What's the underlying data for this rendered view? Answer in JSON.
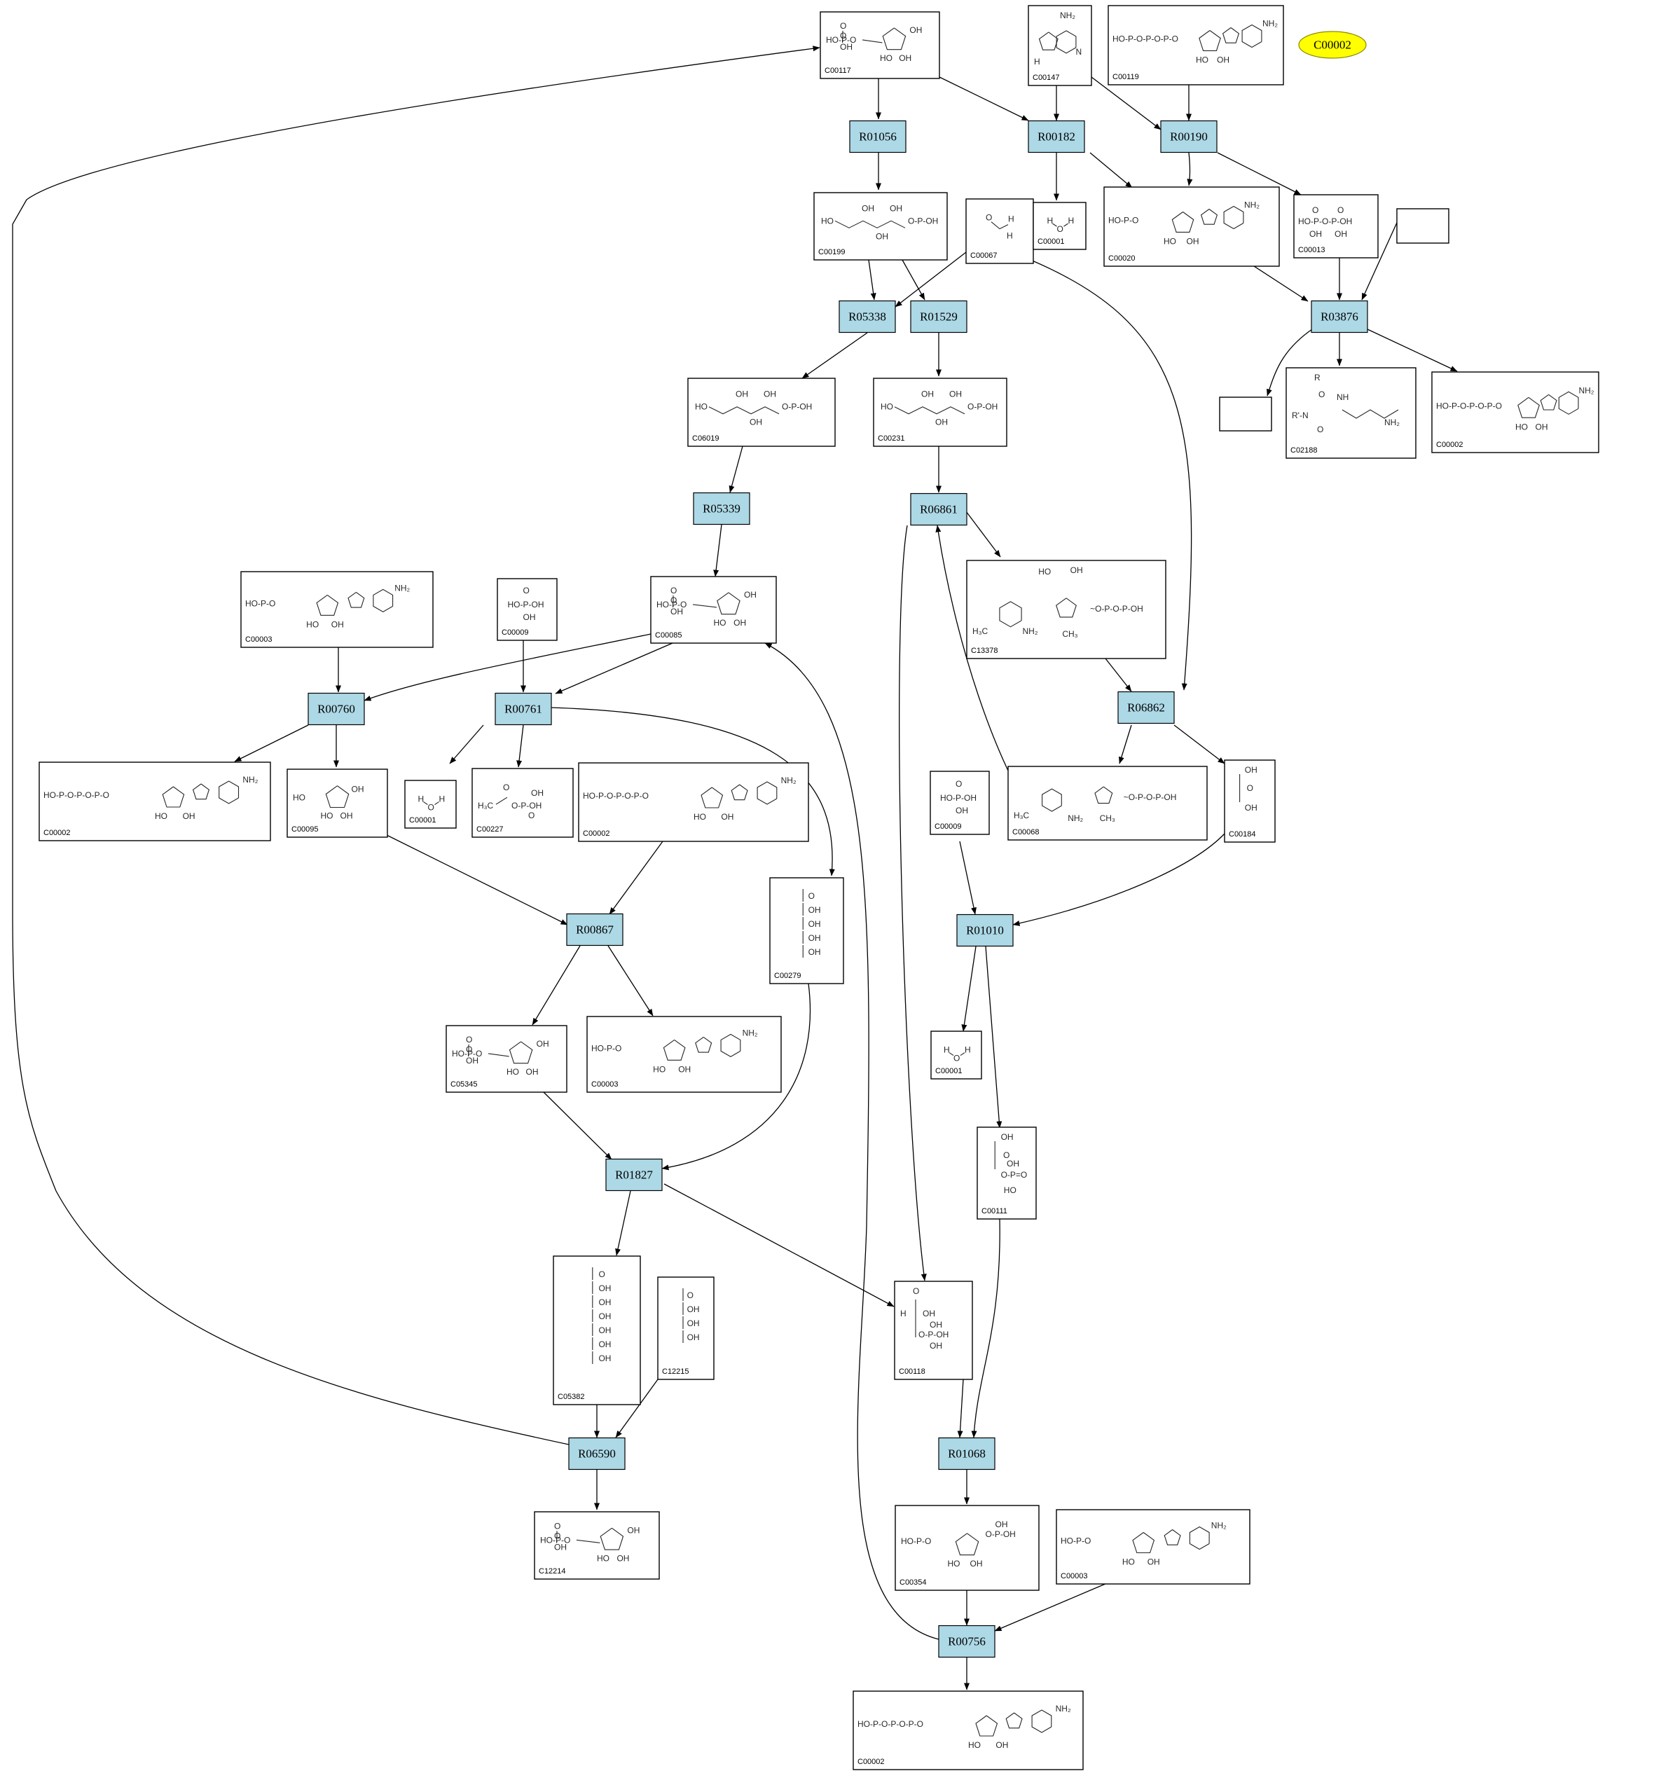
{
  "oval_label": "C00002",
  "reactions": [
    "R01056",
    "R00182",
    "R00190",
    "R05338",
    "R01529",
    "R03876",
    "R05339",
    "R06861",
    "R06862",
    "R00760",
    "R00761",
    "R00867",
    "R01010",
    "R01827",
    "R06590",
    "R01068",
    "R00756"
  ],
  "compounds": [
    "C00117",
    "C00147",
    "C00119",
    "C00199",
    "C00067",
    "C00001",
    "C00020",
    "C00013",
    "",
    "C06019",
    "C00231",
    "",
    "C02188",
    "C00002",
    "C00085",
    "C13378",
    "C00003",
    "C00009",
    "C00002",
    "C00095",
    "C00001",
    "C00227",
    "C00002",
    "C00068",
    "C00184",
    "C00009",
    "C00279",
    "C05345",
    "C00003",
    "C00001",
    "C00111",
    "C05382",
    "C12215",
    "C00118",
    "C12214",
    "C00354",
    "C00003",
    "C00002"
  ]
}
